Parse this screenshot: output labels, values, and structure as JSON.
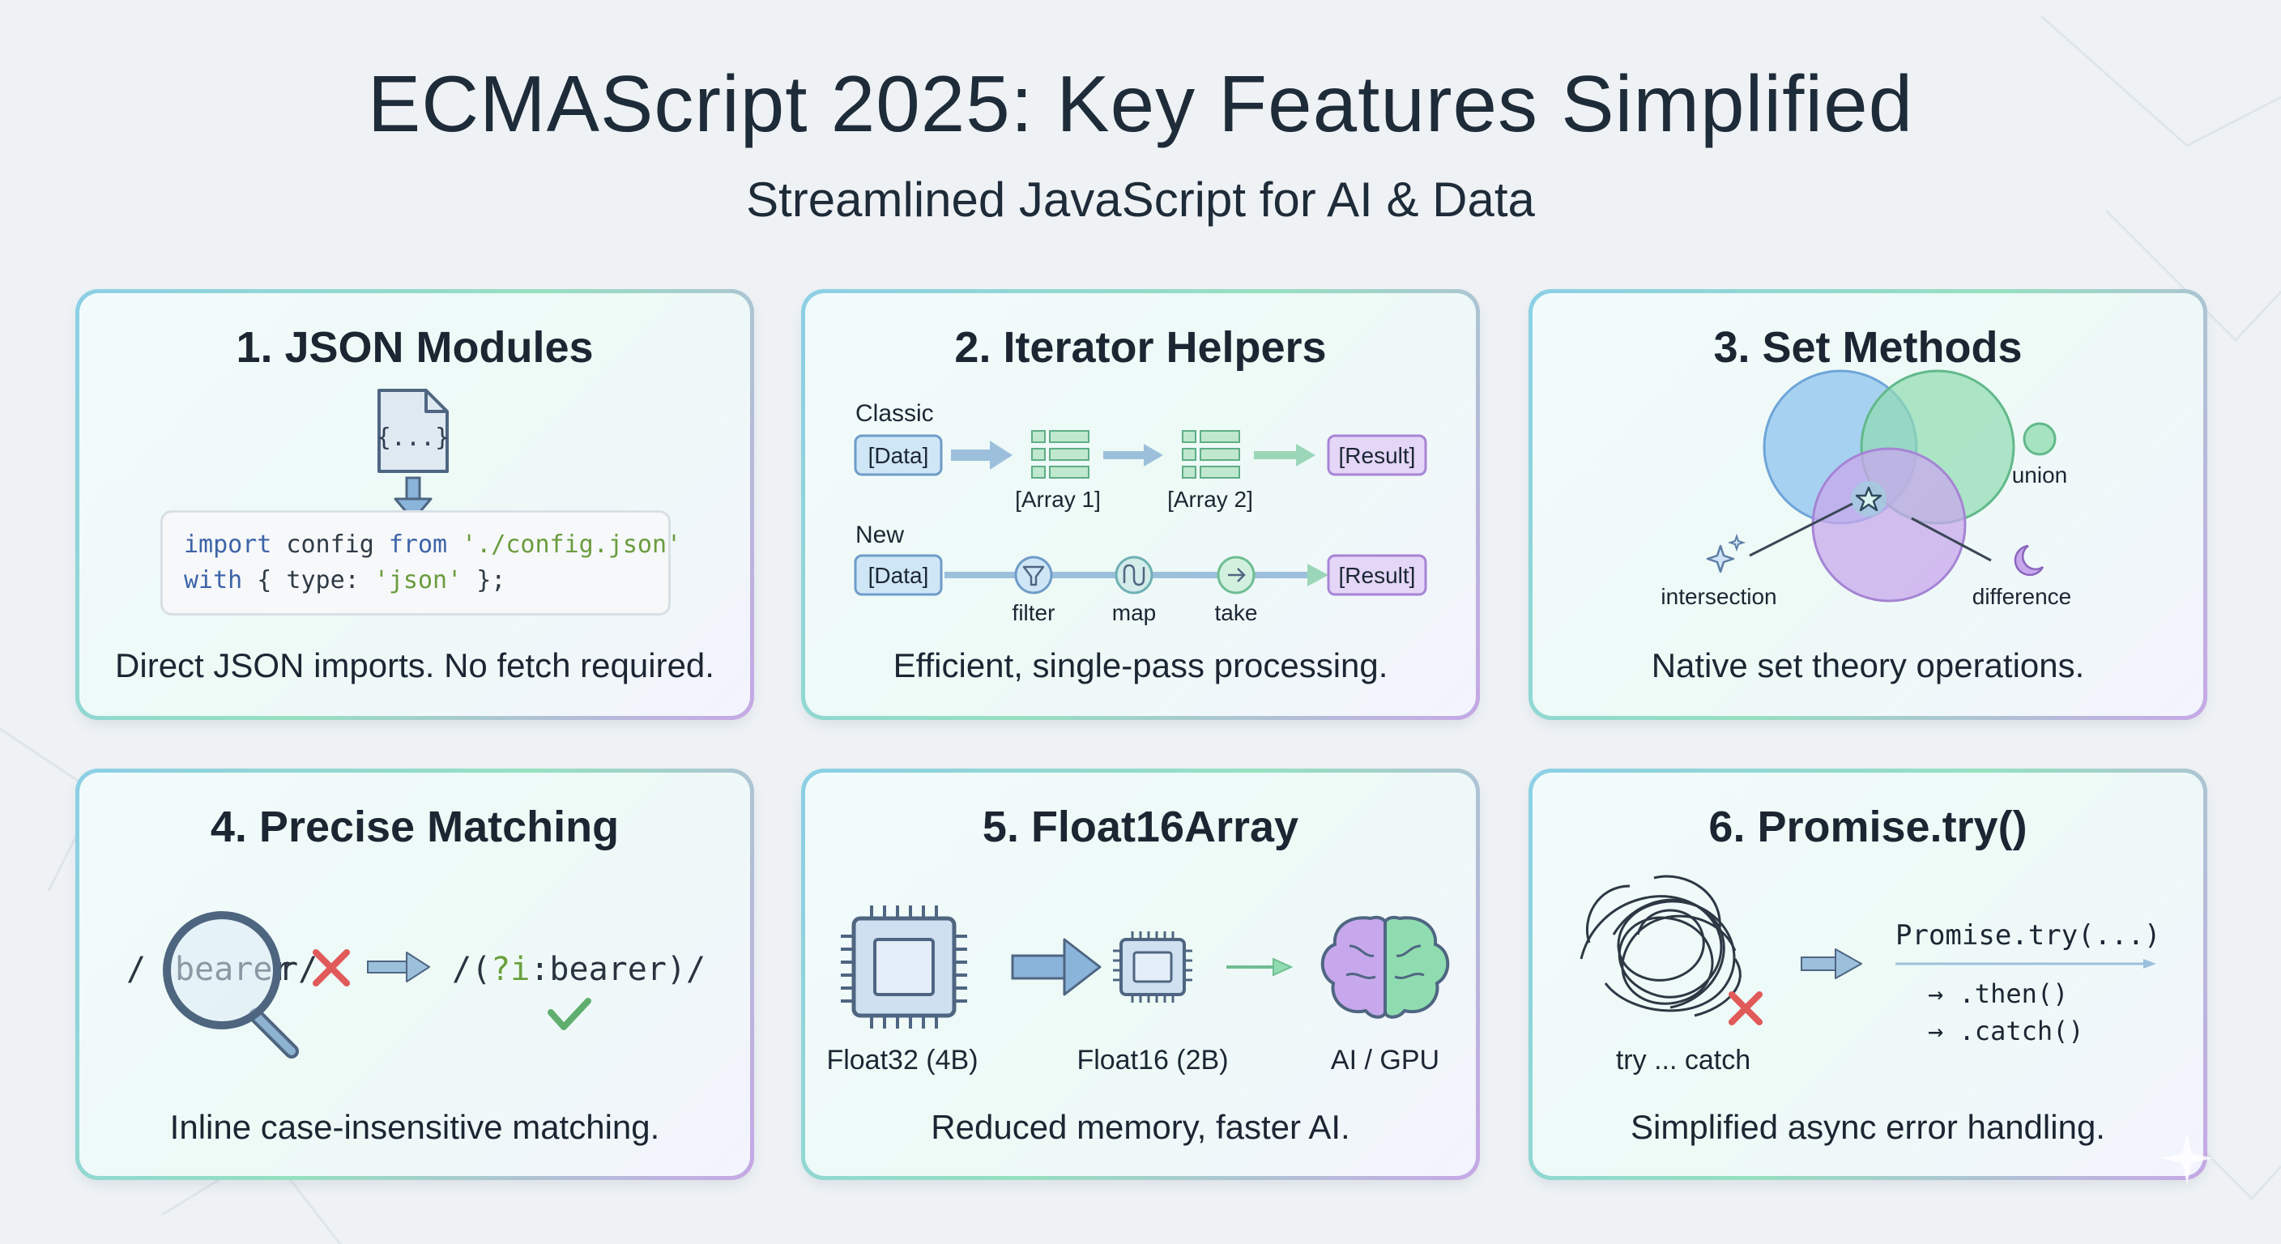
{
  "header": {
    "title": "ECMAScript 2025: Key Features Simplified",
    "subtitle": "Streamlined JavaScript for AI & Data"
  },
  "colors": {
    "blue": "#8fc3ee",
    "green": "#8fdcb0",
    "purple": "#c8a8ec",
    "red": "#e05a5a",
    "arrow": "#7fa7c9"
  },
  "cards": [
    {
      "title": "1. JSON Modules",
      "caption": "Direct JSON imports. No fetch required.",
      "file_icon_text": "{...}",
      "code": {
        "kw1": "import",
        "t1": " config ",
        "kw2": "from",
        "str1": " './config.json'",
        "kw3": "with",
        "t2": " { type: ",
        "str2": "'json'",
        "t3": " };"
      }
    },
    {
      "title": "2. Iterator Helpers",
      "caption": "Efficient, single-pass processing.",
      "classic_label": "Classic",
      "new_label": "New",
      "data_chip": "[Data]",
      "result_chip": "[Result]",
      "array1": "[Array 1]",
      "array2": "[Array 2]",
      "steps": [
        "filter",
        "map",
        "take"
      ]
    },
    {
      "title": "3. Set Methods",
      "caption": "Native set theory operations.",
      "labels": {
        "union": "union",
        "intersection": "intersection",
        "difference": "difference"
      }
    },
    {
      "title": "4. Precise Matching",
      "caption": "Inline case-insensitive matching.",
      "regex_before_slash": "/",
      "regex_word": "bearer",
      "regex_after": "r/",
      "regex_new_pre": "/(",
      "regex_new_flag": "?i",
      "regex_new_post": ":bearer)/"
    },
    {
      "title": "5. Float16Array",
      "caption": "Reduced memory, faster AI.",
      "labels": [
        "Float32 (4B)",
        "Float16 (2B)",
        "AI / GPU"
      ]
    },
    {
      "title": "6. Promise.try()",
      "caption": "Simplified async error handling.",
      "try_catch": "try ... catch",
      "promise_try": "Promise.try(...)",
      "then": "→ .then()",
      "catch": "→ .catch()"
    }
  ]
}
